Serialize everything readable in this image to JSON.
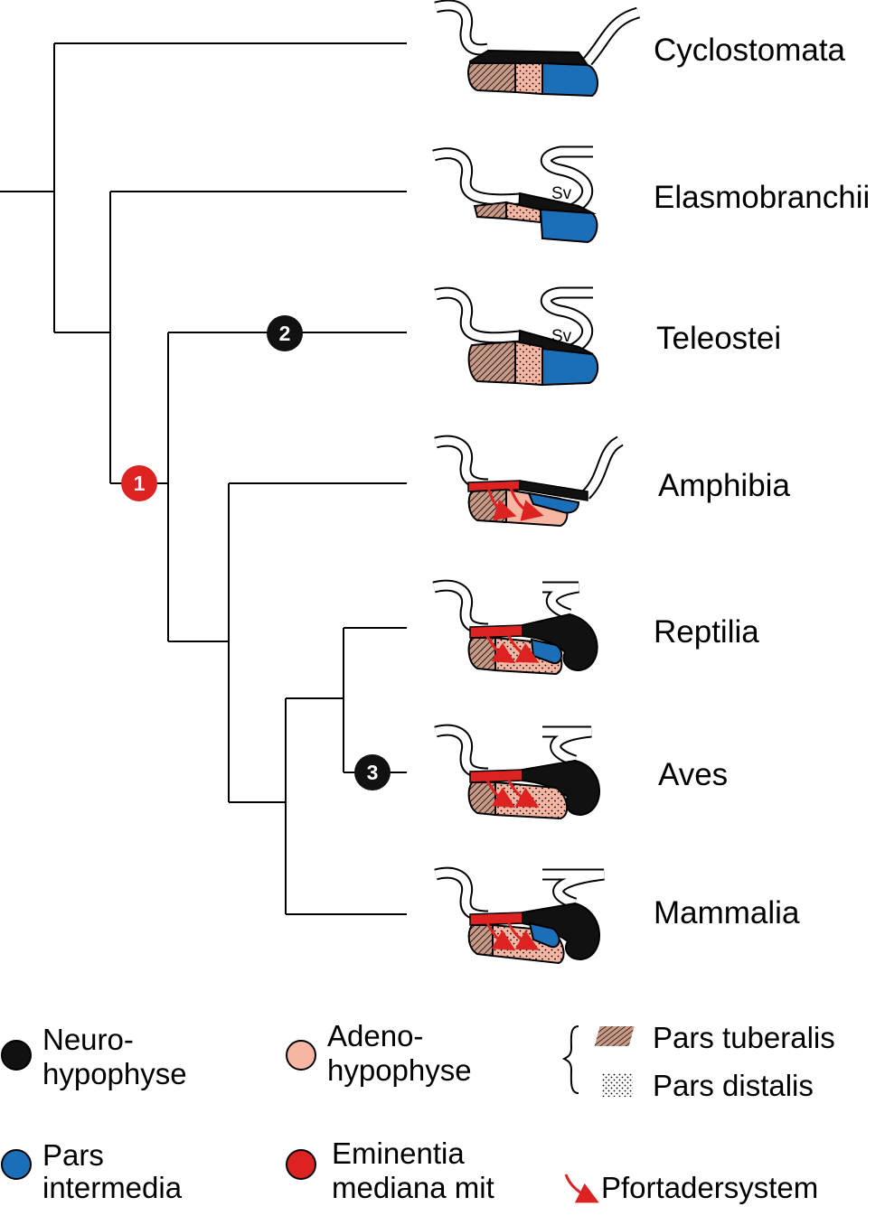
{
  "taxa": [
    {
      "name": "Cyclostomata",
      "sv": ""
    },
    {
      "name": "Elasmobranchii",
      "sv": "Sv"
    },
    {
      "name": "Teleostei",
      "sv": "Sv"
    },
    {
      "name": "Amphibia",
      "sv": ""
    },
    {
      "name": "Reptilia",
      "sv": ""
    },
    {
      "name": "Aves",
      "sv": ""
    },
    {
      "name": "Mammalia",
      "sv": ""
    }
  ],
  "nodes": [
    {
      "label": "1",
      "color": "#dd2222"
    },
    {
      "label": "2",
      "color": "#111111"
    },
    {
      "label": "3",
      "color": "#111111"
    }
  ],
  "legend": {
    "neurohypophyse": {
      "line1": "Neuro-",
      "line2": "hypophyse",
      "color": "#000000"
    },
    "adenohypophyse": {
      "line1": "Adeno-",
      "line2": "hypophyse",
      "color": "#f5b7a3"
    },
    "pars_intermedia": {
      "line1": "Pars",
      "line2": "intermedia",
      "color": "#1a6fb8"
    },
    "eminentia": {
      "line1": "Eminentia",
      "line2": "mediana mit",
      "color": "#dd2222"
    },
    "pars_tuberalis": "Pars tuberalis",
    "pars_distalis": "Pars distalis",
    "pfortadersystem": "Pfortadersystem"
  },
  "colors": {
    "neuro": "#111111",
    "adeno": "#f5b7a3",
    "intermedia": "#1a6fb8",
    "eminentia": "#dd2222",
    "tuberalis": "#c99a87"
  }
}
